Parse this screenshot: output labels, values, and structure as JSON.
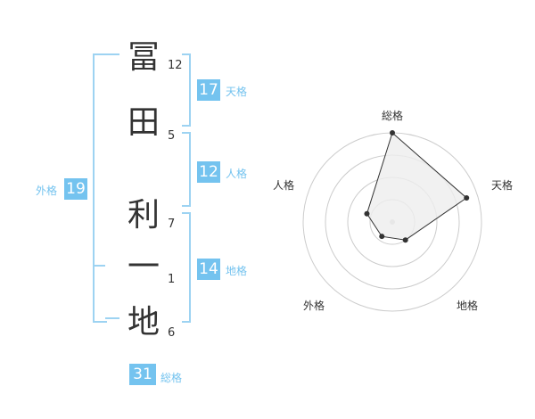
{
  "name_chars": [
    {
      "char": "冨",
      "strokes": "12"
    },
    {
      "char": "田",
      "strokes": "5"
    },
    {
      "char": "利",
      "strokes": "7"
    },
    {
      "char": "一",
      "strokes": "1"
    },
    {
      "char": "地",
      "strokes": "6"
    }
  ],
  "fortunes": {
    "tenkaku": {
      "value": "17",
      "label": "天格"
    },
    "jinkaku": {
      "value": "12",
      "label": "人格"
    },
    "chikaku": {
      "value": "14",
      "label": "地格"
    },
    "gaikaku": {
      "value": "19",
      "label": "外格"
    },
    "soukaku": {
      "value": "31",
      "label": "総格"
    }
  },
  "radar": {
    "axes": [
      "総格",
      "天格",
      "地格",
      "外格",
      "人格"
    ],
    "levels": 4,
    "values": [
      4,
      3.5,
      1,
      0.8,
      1.2
    ],
    "max": 4,
    "colors": {
      "grid": "#cccccc",
      "fill": "#eeeeee",
      "line": "#333333",
      "center": "#cccccc"
    }
  },
  "colors": {
    "accent": "#74c3ef",
    "bracket": "#9dd3f2",
    "text": "#333333"
  }
}
